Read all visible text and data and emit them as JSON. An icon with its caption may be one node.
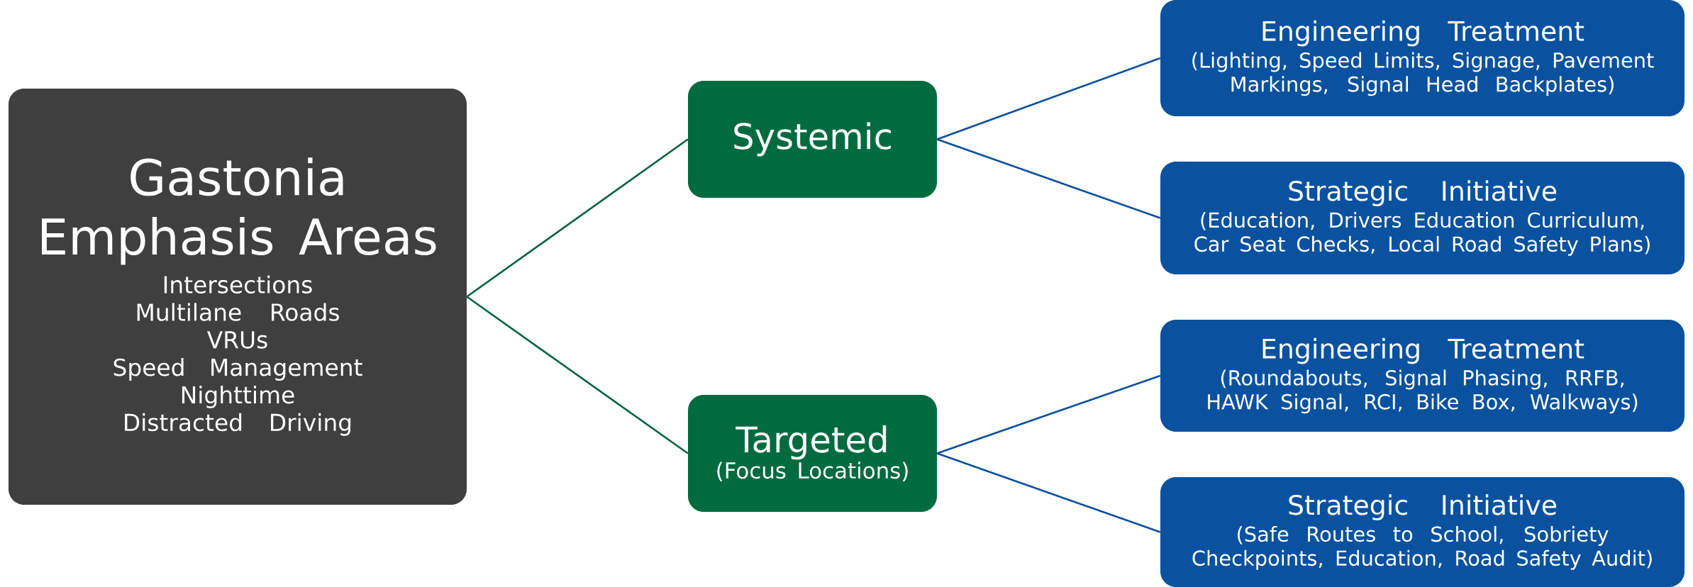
{
  "diagram": {
    "nodes": [
      {
        "text": [
          "Gastonia Emphasis Areas",
          "Intersections",
          "Multilane Roads",
          "VRUs",
          "Speed Management",
          "Nighttime",
          "Distracted Driving"
        ]
      },
      {
        "text": [
          "Systemic"
        ]
      },
      {
        "text": [
          "Targeted",
          "(Focus Locations)"
        ]
      },
      {
        "text": [
          "Engineering Treatment",
          "(Lighting, Speed Limits, Signage, Pavement Markings, Signal Head Backplates)"
        ]
      },
      {
        "text": [
          "Strategic Initiative",
          "(Education, Drivers Education Curriculum, Car Seat Checks, Local Road Safety Plans)"
        ]
      },
      {
        "text": [
          "Engineering Treatment",
          "(Roundabouts, Signal Phasing, RRFB, HAWK Signal, RCI, Bike Box, Walkways)"
        ]
      },
      {
        "text": [
          "Strategic Initiative",
          "(Safe Routes to School, Sobriety Checkpoints, Education, Road Safety Audit)"
        ]
      }
    ],
    "edges": [
      {
        "from": 0,
        "to": 1,
        "arrow": "none",
        "color": "#00643c"
      },
      {
        "from": 0,
        "to": 2,
        "arrow": "none",
        "color": "#00643c"
      },
      {
        "from": 1,
        "to": 3,
        "arrow": "none",
        "color": "#0a4f9e"
      },
      {
        "from": 1,
        "to": 4,
        "arrow": "none",
        "color": "#0a4f9e"
      },
      {
        "from": 2,
        "to": 5,
        "arrow": "none",
        "color": "#0a4f9e"
      },
      {
        "from": 2,
        "to": 6,
        "arrow": "none",
        "color": "#0a4f9e"
      }
    ]
  }
}
